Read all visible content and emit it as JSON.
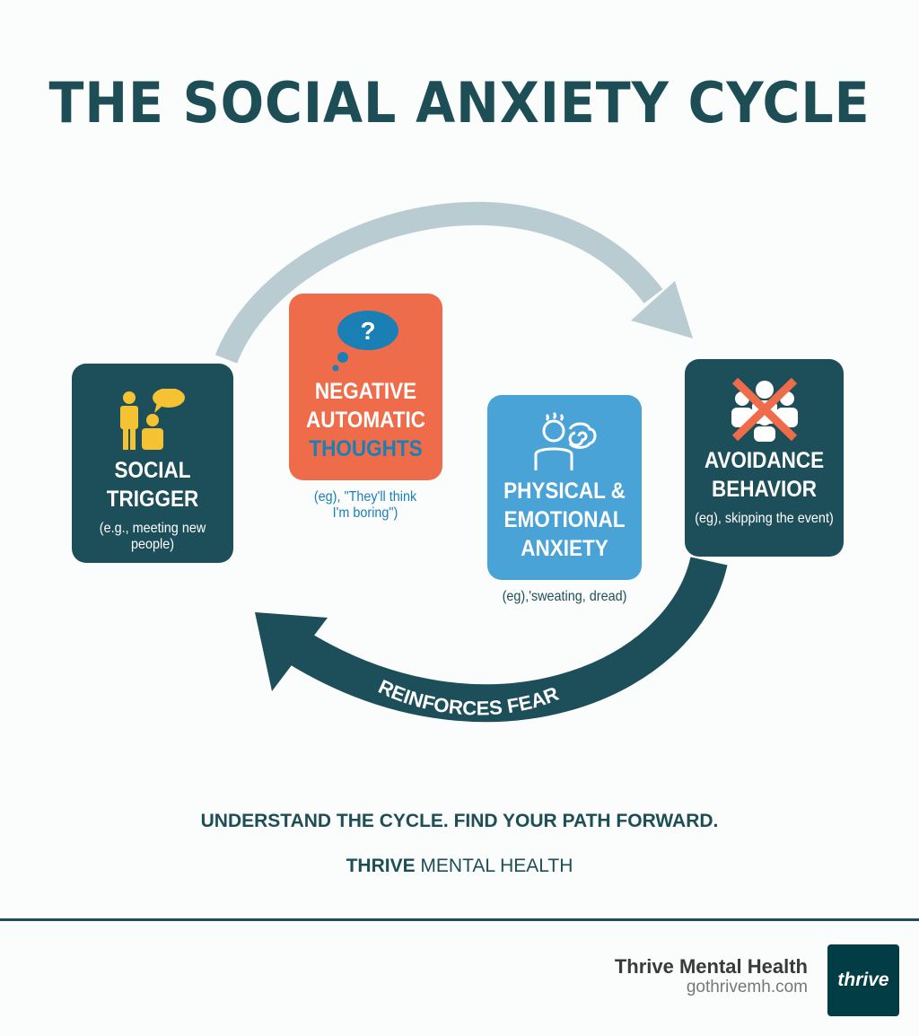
{
  "title": "THE SOCIAL ANXIETY CYCLE",
  "colors": {
    "dark_teal": "#1d4f5a",
    "orange": "#ef6c4a",
    "blue": "#4aa3d6",
    "arc_gray": "#b9ccd2",
    "yellow": "#f4c232"
  },
  "steps": [
    {
      "label_1": "SOCIAL",
      "label_2": "TRIGGER",
      "example": "(e.g., meeting new people)",
      "icon": "people-speech-icon"
    },
    {
      "label_1": "NEGATIVE",
      "label_2": "AUTOMATIC",
      "label_3": "THOUGHTS",
      "example_1": "(eg), \"They'll think",
      "example_2": "I'm boring\")",
      "icon": "thought-bubble-question-icon"
    },
    {
      "label_1": "PHYSICAL &",
      "label_2": "EMOTIONAL",
      "label_3": "ANXIETY",
      "example": "(eg),'sweating, dread)",
      "icon": "anxious-person-icon"
    },
    {
      "label_1": "AVOIDANCE",
      "label_2": "BEHAVIOR",
      "example": "(eg), skipping the event)",
      "icon": "crossed-out-group-icon"
    }
  ],
  "loop_label": "REINFORCES FEAR",
  "tagline": "UNDERSTAND THE CYCLE. FIND YOUR PATH FORWARD.",
  "brand": {
    "bold": "THRIVE",
    "rest": " MENTAL HEALTH"
  },
  "footer": {
    "name": "Thrive Mental Health",
    "url": "gothrivemh.com",
    "logo_text": "thrive"
  }
}
